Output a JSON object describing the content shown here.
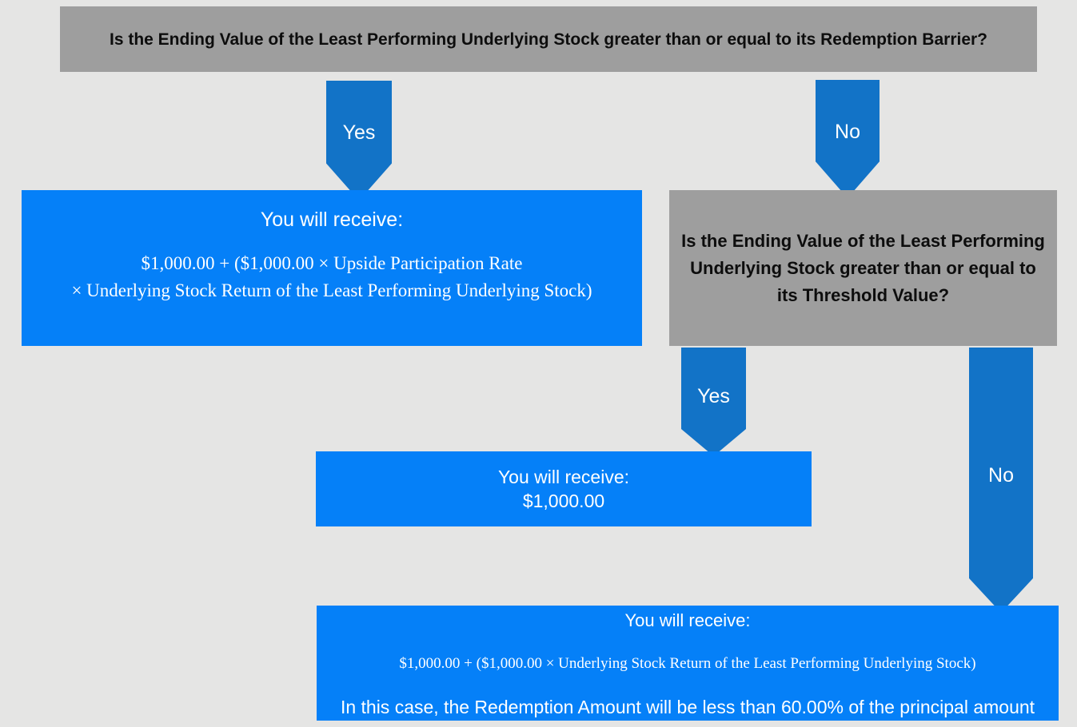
{
  "colors": {
    "page_background": "#e5e5e4",
    "question_box_gray": "#9e9e9e",
    "result_box_blue": "#0580f8",
    "arrow_blue": "#1273c7",
    "question_text": "#0d0d0d",
    "result_text": "#ffffff"
  },
  "flowchart": {
    "root_question": "Is the Ending Value of the Least Performing Underlying Stock greater than or equal to its Redemption Barrier?",
    "root_yes_label": "Yes",
    "root_no_label": "No",
    "upside_outcome": {
      "heading": "You will receive:",
      "formula_lines": [
        "$1,000.00 + ($1,000.00 × Upside Participation Rate",
        "× Underlying Stock Return of the Least Performing Underlying Stock)"
      ]
    },
    "threshold_question": "Is the Ending Value of the Least Performing Underlying Stock greater than or equal to its Threshold Value?",
    "threshold_yes_label": "Yes",
    "threshold_no_label": "No",
    "par_outcome": {
      "heading": "You will receive:",
      "amount": "$1,000.00"
    },
    "downside_outcome": {
      "heading": "You will receive:",
      "formula": "$1,000.00 + ($1,000.00 × Underlying Stock Return of the Least Performing Underlying Stock)",
      "note": "In this case, the Redemption Amount will be less than 60.00% of the principal amount"
    }
  }
}
